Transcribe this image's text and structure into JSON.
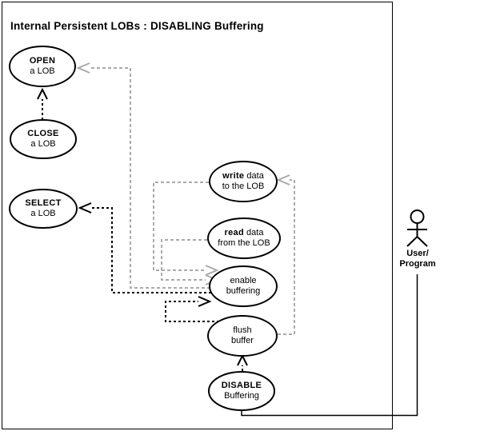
{
  "title": "Internal Persistent LOBs : DISABLING Buffering",
  "diagram": {
    "type": "uml-use-case",
    "usecases": [
      {
        "id": "open-a-lob",
        "bold": "OPEN",
        "rest": "",
        "line2": "a LOB"
      },
      {
        "id": "close-a-lob",
        "bold": "CLOSE",
        "rest": "",
        "line2": "a LOB"
      },
      {
        "id": "select-a-lob",
        "bold": "SELECT",
        "rest": "",
        "line2": "a LOB"
      },
      {
        "id": "write-data-to-the-lob",
        "bold": "write",
        "rest": " data",
        "line2": "to the LOB"
      },
      {
        "id": "read-data-from-the-lob",
        "bold": "read",
        "rest": " data",
        "line2": "from the LOB"
      },
      {
        "id": "enable-buffering",
        "bold": "",
        "rest": "enable",
        "line2": "buffering"
      },
      {
        "id": "flush-buffer",
        "bold": "",
        "rest": "flush",
        "line2": "buffer"
      },
      {
        "id": "disable-buffering",
        "bold": "DISABLE",
        "rest": "",
        "line2": "Buffering"
      }
    ],
    "actor": {
      "line1": "User/",
      "line2": "Program"
    },
    "connectors": [
      {
        "from": "close-a-lob",
        "to": "open-a-lob",
        "style": "dashed-black"
      },
      {
        "from": "enable-buffering",
        "to": "open-a-lob",
        "style": "dashed-gray"
      },
      {
        "from": "enable-buffering",
        "to": "select-a-lob",
        "style": "dashed-black"
      },
      {
        "from": "write-data-to-the-lob",
        "to": "enable-buffering",
        "style": "dashed-gray"
      },
      {
        "from": "read-data-from-the-lob",
        "to": "enable-buffering",
        "style": "dashed-gray"
      },
      {
        "from": "flush-buffer",
        "to": "enable-buffering",
        "style": "dashed-black"
      },
      {
        "from": "flush-buffer",
        "to": "write-data-to-the-lob",
        "style": "dashed-gray"
      },
      {
        "from": "disable-buffering",
        "to": "flush-buffer",
        "style": "dashed-black"
      },
      {
        "from": "actor",
        "to": "disable-buffering",
        "style": "solid"
      }
    ],
    "colors": {
      "line": "#000000",
      "dependency_gray": "#aaaaaa",
      "background": "#ffffff"
    }
  }
}
